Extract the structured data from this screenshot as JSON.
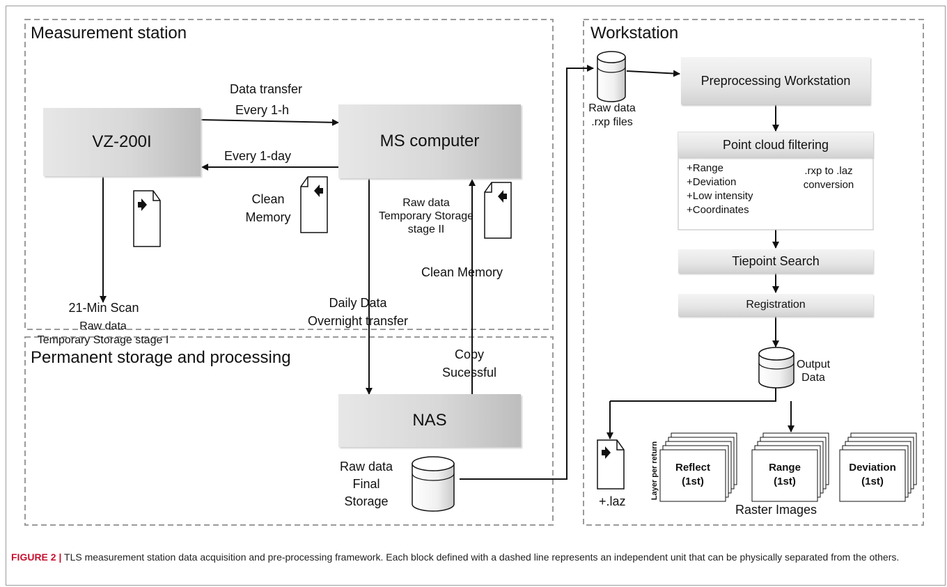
{
  "panels": {
    "measurement_station": "Measurement station",
    "permanent_storage": "Permanent storage and processing",
    "workstation": "Workstation"
  },
  "blocks": {
    "vz200i": "VZ-200I",
    "ms_computer": "MS computer",
    "nas": "NAS",
    "preprocessing": "Preprocessing Workstation",
    "point_cloud_filtering": "Point cloud filtering",
    "tiepoint_search": "Tiepoint Search",
    "registration": "Registration"
  },
  "labels": {
    "data_transfer": "Data transfer",
    "every_1h": "Every 1-h",
    "every_1day": "Every 1-day",
    "clean_memory_1": "Clean\nMemory",
    "raw_data_stage2": "Raw data\nTemporary Storage\nstage II",
    "scan_21min": "21-Min Scan",
    "raw_data_stage1": "Raw data\nTemporary Storage stage I",
    "daily_data": "Daily Data\nOvernight transfer",
    "clean_memory_2": "Clean Memory",
    "copy_successful": "Copy\nSucessful",
    "raw_data_final": "Raw data\nFinal\nStorage",
    "raw_data_rxp": "Raw data\n.rxp files",
    "output_data": "Output\nData",
    "laz": "+.laz",
    "layer_per_return": "Layer per return",
    "raster_images": "Raster Images"
  },
  "filtering": {
    "items": [
      "+Range",
      "+Deviation",
      "+Low intensity",
      "+Coordinates"
    ],
    "conversion": ".rxp to .laz\nconversion"
  },
  "rasters": [
    "Reflect\n(1st)",
    "Range\n(1st)",
    "Deviation\n(1st)"
  ],
  "caption": {
    "figure_label": "FIGURE 2 |",
    "text": " TLS measurement station data acquisition and pre-processing framework. Each block defined with a dashed line represents an independent unit that can be physically separated from the others."
  }
}
